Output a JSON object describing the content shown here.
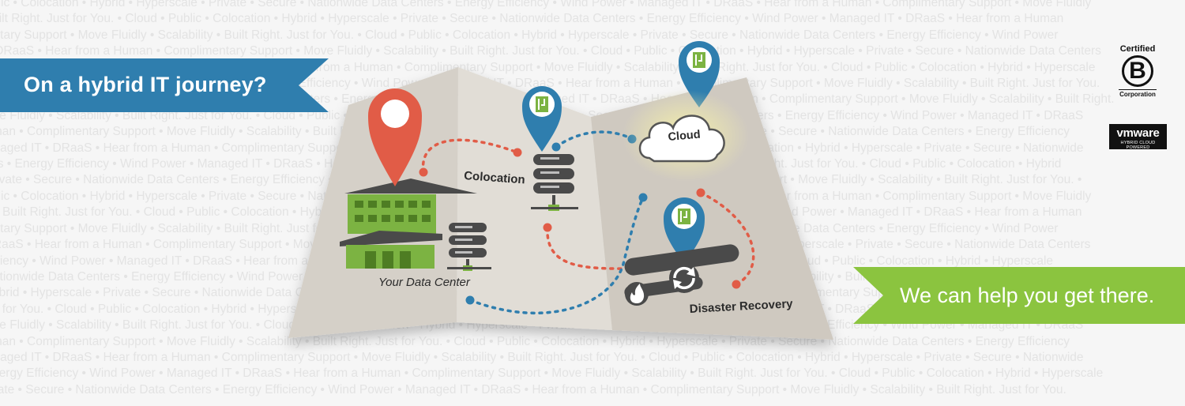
{
  "background_text_lines": [
    "Public • Colocation • Hybrid • Hyperscale • Private • Secure • Nationwide Data Centers • Energy Efficiency • Wind Power • Managed IT • DRaaS • Hear from a Human • Complimentary Support • Move Fluidly",
    "• Built Right. Just for You. •  Cloud • Public • Colocation • Hybrid • Hyperscale • Private • Secure • Nationwide Data Centers • Energy Efficiency • Wind Power • Managed IT • DRaaS • Hear from a Human",
    "mentary Support • Move Fluidly • Scalability • Built Right. Just for You. •  Cloud • Public • Colocation • Hybrid • Hyperscale • Private • Secure • Nationwide Data Centers • Energy Efficiency • Wind Power",
    "T • DRaaS • Hear from a Human • Complimentary Support • Move Fluidly • Scalability • Built Right. Just for You. •  Cloud • Public • Colocation • Hybrid • Hyperscale • Private • Secure • Nationwide Data Centers",
    "Energy Efficiency • Wind Power • Managed IT • DRaaS • Hear from a Human • Complimentary Support • Move Fluidly • Scalability • Built Right. Just for You. •  Cloud • Public • Colocation • Hybrid • Hyperscale",
    "cale • Private • Secure • Nationwide Data Centers • Energy Efficiency • Wind Power • Managed IT • DRaaS • Hear from a Human • Complimentary Support • Move Fluidly • Scalability • Built Right. Just for You.",
    "Hybrid • Hyperscale • Private • Secure • Nationwide Data Centers • Energy Efficiency • Wind Power • Managed IT • DRaaS • Hear from a Human • Complimentary Support • Move Fluidly • Scalability • Built Right.",
    "Move Fluidly • Scalability • Built Right. Just for You. •  Cloud • Public • Colocation • Hybrid • Hyperscale • Private • Secure • Nationwide Data Centers • Energy Efficiency • Wind Power • Managed IT • DRaaS",
    "Human • Complimentary Support • Move Fluidly • Scalability • Built Right. Just for You. •  Cloud • Public • Colocation • Hybrid • Hyperscale • Private • Secure • Nationwide Data Centers • Energy Efficiency",
    "Managed IT • DRaaS • Hear from a Human • Complimentary Support • Move Fluidly • Scalability • Built Right. Just for You. •  Cloud • Public • Colocation • Hybrid • Hyperscale • Private • Secure • Nationwide",
    "nters • Energy Efficiency • Wind Power • Managed IT • DRaaS • Hear from a Human • Complimentary Support • Move Fluidly • Scalability • Built Right. Just for You. •  Cloud • Public • Colocation • Hybrid",
    "• Private • Secure • Nationwide Data Centers • Energy Efficiency • Wind Power • Managed IT • DRaaS • Hear from a Human • Complimentary Support • Move Fluidly • Scalability • Built Right. Just for You. •",
    "Public • Colocation • Hybrid • Hyperscale • Private • Secure • Nationwide Data Centers • Energy Efficiency • Wind Power • Managed IT • DRaaS • Hear from a Human • Complimentary Support • Move Fluidly",
    "lity • Built Right. Just for You. •  Cloud • Public • Colocation • Hybrid • Hyperscale • Private • Secure • Nationwide Data Centers • Energy Efficiency • Wind Power • Managed IT • DRaaS • Hear from a Human",
    "mentary Support • Move Fluidly • Scalability • Built Right. Just for You. •  Cloud • Public • Colocation • Hybrid • Hyperscale • Private • Secure • Nationwide Data Centers • Energy Efficiency • Wind Power",
    "• DRaaS • Hear from a Human • Complimentary Support • Move Fluidly • Scalability • Built Right. Just for You. •  Cloud • Public • Colocation • Hybrid • Hyperscale • Private • Secure • Nationwide Data Centers",
    "Efficiency • Wind Power • Managed IT • DRaaS • Hear from a Human • Complimentary Support • Move Fluidly • Scalability • Built Right. Just for You. •  Cloud • Public • Colocation • Hybrid • Hyperscale",
    "• Nationwide Data Centers • Energy Efficiency • Wind Power • Managed IT • DRaaS • Hear from a Human • Complimentary Support • Move Fluidly • Scalability • Built Right. Just for You. •  Cloud • Public",
    "• Hybrid • Hyperscale • Private • Secure • Nationwide Data Centers • Energy Efficiency • Wind Power • Managed IT • DRaaS • Hear from a Human • Complimentary Support • Move Fluidly • Scalability • Built Right.",
    "Just for You. •  Cloud • Public • Colocation • Hybrid • Hyperscale • Private • Secure • Nationwide Data Centers • Energy Efficiency • Wind Power • Managed IT • DRaaS • Hear from a Human • Complimentary",
    "Move Fluidly • Scalability • Built Right. Just for You. •  Cloud • Public • Colocation • Hybrid • Hyperscale • Private • Secure • Nationwide Data Centers • Energy Efficiency • Wind Power • Managed IT • DRaaS",
    "Human • Complimentary Support • Move Fluidly • Scalability • Built Right. Just for You. •  Cloud • Public • Colocation • Hybrid • Hyperscale • Private • Secure • Nationwide Data Centers • Energy Efficiency",
    "Managed IT • DRaaS • Hear from a Human • Complimentary Support • Move Fluidly • Scalability • Built Right. Just for You. •  Cloud • Public • Colocation • Hybrid • Hyperscale • Private • Secure • Nationwide",
    "• Energy Efficiency • Wind Power • Managed IT • DRaaS • Hear from a Human • Complimentary Support • Move Fluidly • Scalability • Built Right. Just for You. •  Cloud • Public • Colocation • Hybrid • Hyperscale",
    "Private • Secure • Nationwide Data Centers • Energy Efficiency • Wind Power • Managed IT • DRaaS • Hear from a Human • Complimentary Support • Move Fluidly • Scalability • Built Right. Just for You."
  ],
  "headline": "On a hybrid IT journey?",
  "tagline": "We can help you get there.",
  "map_labels": {
    "your_data_center": "Your Data Center",
    "colocation": "Colocation",
    "cloud": "Cloud",
    "disaster_recovery": "Disaster Recovery"
  },
  "badges": {
    "bcorp_certified": "Certified",
    "bcorp_letter": "B",
    "bcorp_corporation": "Corporation",
    "vmware_name": "vmware",
    "vmware_sub": "HYBRID CLOUD POWERED"
  },
  "colors": {
    "headline_ribbon": "#2f7eae",
    "tagline_ribbon": "#8bc43f",
    "pin_red": "#e15c47",
    "pin_blue": "#2f7eae",
    "building_green": "#7cb342",
    "map_paper": "#d8d3cb",
    "dotted_red": "#e15c47",
    "dotted_blue": "#2f7eae"
  }
}
